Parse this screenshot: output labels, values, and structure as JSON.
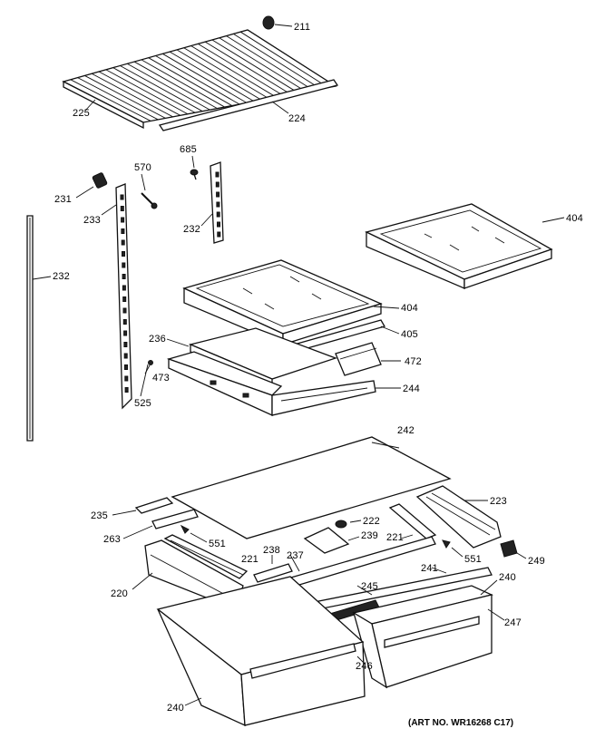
{
  "labels": {
    "l211": "211",
    "l225": "225",
    "l224": "224",
    "l685": "685",
    "l570": "570",
    "l231": "231",
    "l233": "233",
    "l232a": "232",
    "l232b": "232",
    "l404a": "404",
    "l404b": "404",
    "l405": "405",
    "l236": "236",
    "l472": "472",
    "l473": "473",
    "l525": "525",
    "l244": "244",
    "l242": "242",
    "l235": "235",
    "l223": "223",
    "l222": "222",
    "l263": "263",
    "l239": "239",
    "l551a": "551",
    "l221a": "221",
    "l221b": "221",
    "l551b": "551",
    "l249": "249",
    "l238": "238",
    "l237": "237",
    "l241": "241",
    "l220": "220",
    "l245": "245",
    "l240a": "240",
    "l247": "247",
    "l246": "246",
    "l240b": "240"
  },
  "art_number": "(ART NO. WR16268 C17)"
}
